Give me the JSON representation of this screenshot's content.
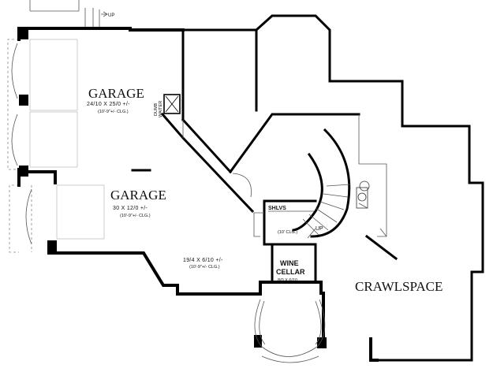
{
  "rooms": {
    "garage_upper": {
      "name": "GARAGE",
      "dims": "24/10 X 25/0 +/-",
      "clg": "(10'-9\"+/- CLG.)"
    },
    "garage_lower": {
      "name": "GARAGE",
      "dims": "30 X 12/0 +/-",
      "clg": "(10'-9\"+/- CLG.)"
    },
    "hall": {
      "dims": "19/4 X 6/10 +/-",
      "clg": "(10'-9\"+/- CLG.)"
    },
    "crawlspace": {
      "name": "CRAWLSPACE"
    },
    "wine_cellar": {
      "line1": "WINE",
      "line2": "CELLAR",
      "dims": "8/0 X 6/10"
    },
    "closet": {
      "clg": "(10' CLG.)"
    }
  },
  "labels": {
    "dumbwaiter_line1": "DUMB",
    "dumbwaiter_line2": "WAITER",
    "shelves": "SHLVS",
    "stair_up_top": "UP",
    "stair_up_main": "UP"
  }
}
